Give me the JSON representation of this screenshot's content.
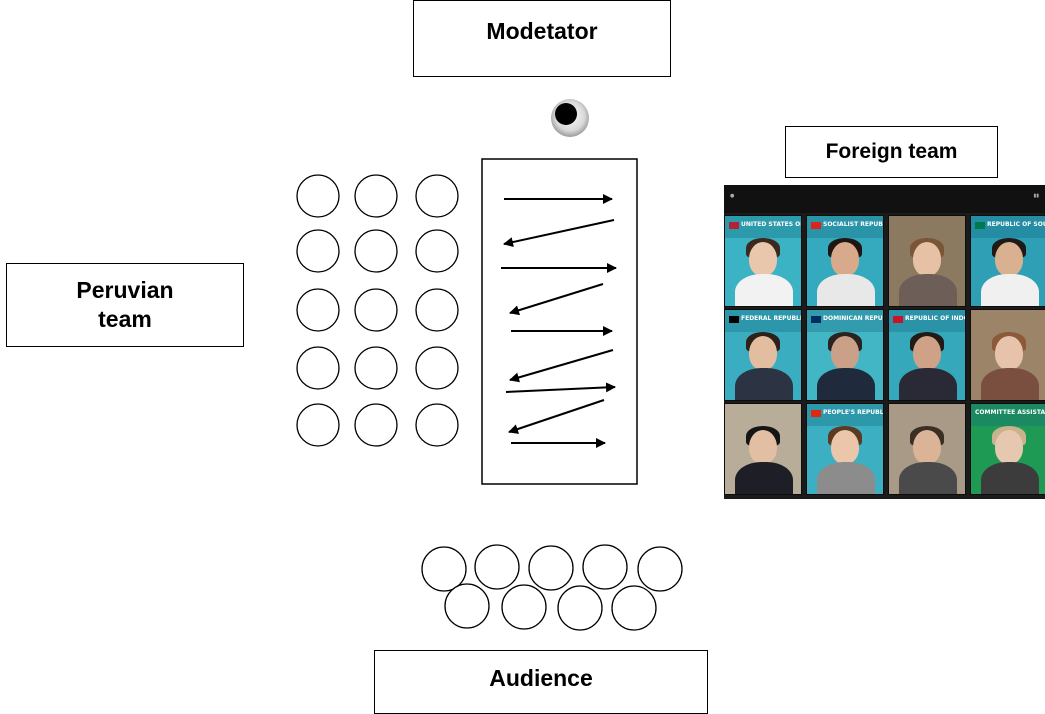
{
  "labels": {
    "moderator": "Modetator",
    "peruvian_team": "Peruvian\nteam",
    "foreign_team": "Foreign team",
    "audience": "Audience"
  },
  "video_grid": {
    "tiles": [
      "UNITED STATES OF AMERICA",
      "SOCIALIST REPUBLIC OF VIETNAM",
      "",
      "REPUBLIC OF SOUTH AFRICA",
      "FEDERAL REPUBLIC OF GERMANY",
      "DOMINICAN REPUBLIC",
      "REPUBLIC OF INDONESIA",
      "",
      "",
      "PEOPLE'S REPUBLIC OF CHINA",
      "",
      "COMMITTEE ASSISTANT"
    ]
  },
  "colors": {
    "outline": "#000000",
    "banner": "#2fa3b8",
    "background": "#ffffff"
  }
}
